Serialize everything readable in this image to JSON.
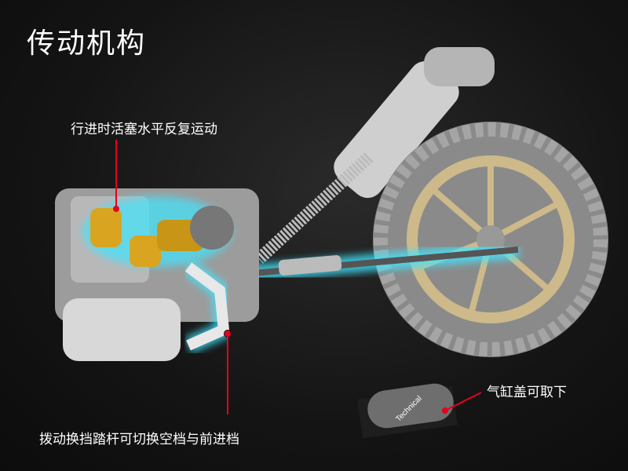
{
  "title": "传动机构",
  "callouts": {
    "piston": "行进时活塞水平反复运动",
    "gear_pedal": "拨动换挡踏杆可切换空档与前进档",
    "cylinder_cover": "气缸盖可取下"
  },
  "cover_logo": "Technical",
  "colors": {
    "callout_line": "#e8001c",
    "glow": "#3fe6ff",
    "gold": "#d9a520",
    "rim": "#cdb98a"
  }
}
